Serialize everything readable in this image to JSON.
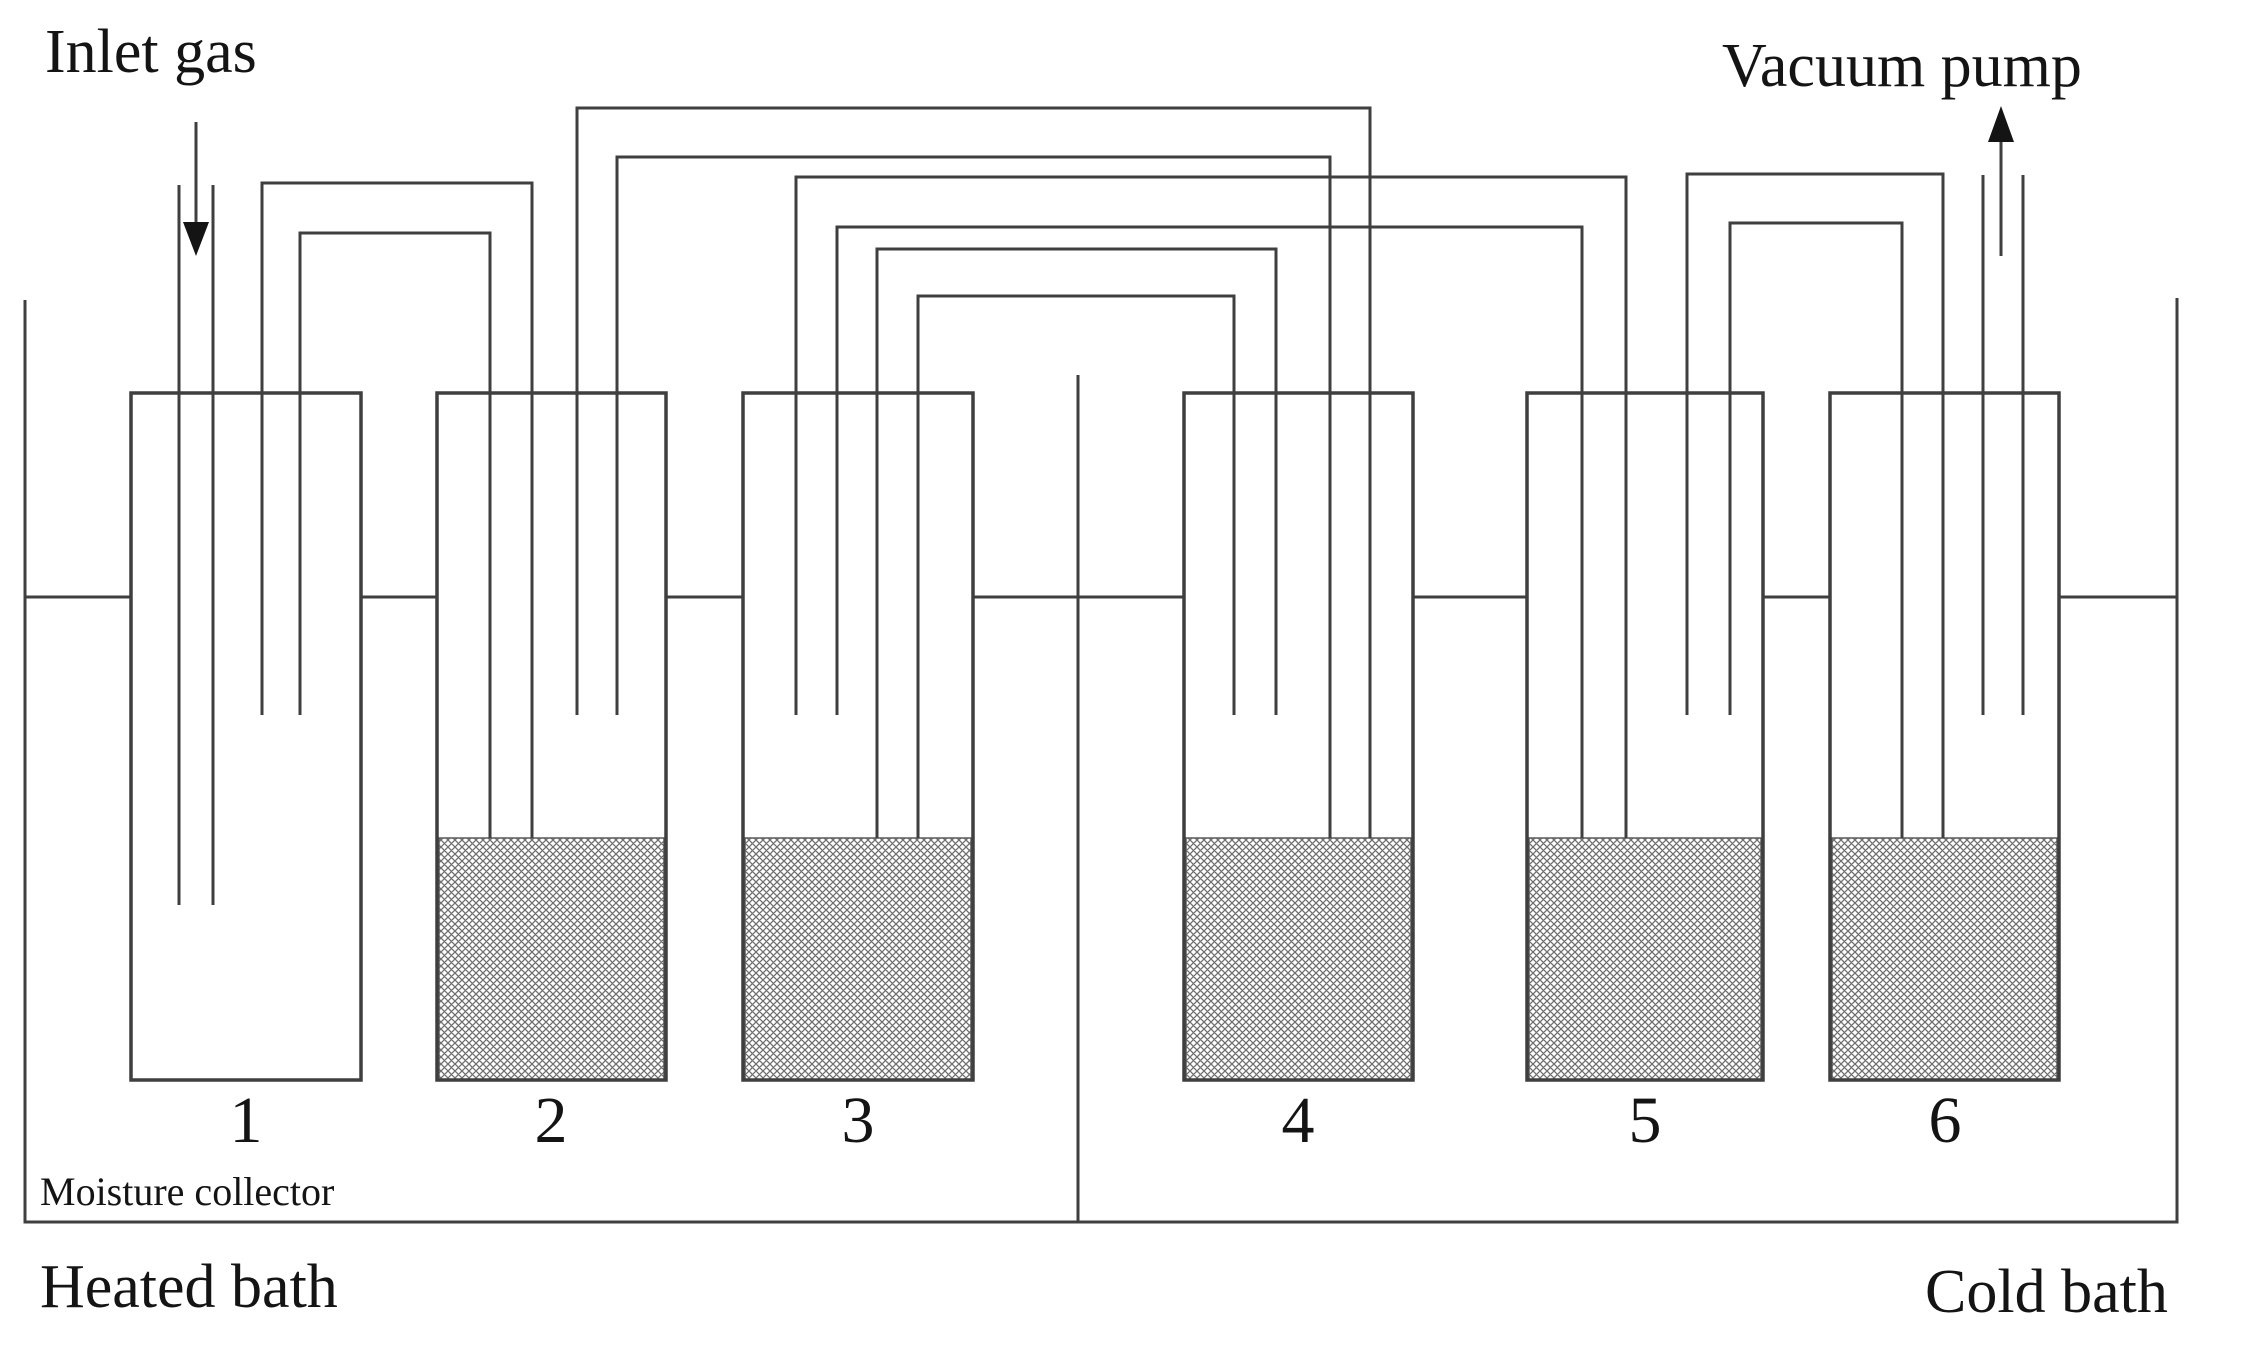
{
  "diagram": {
    "labels": {
      "inlet_gas": "Inlet gas",
      "vacuum_pump": "Vacuum pump",
      "moisture_collector": "Moisture collector",
      "heated_bath": "Heated bath",
      "cold_bath": "Cold bath"
    },
    "bottles": [
      {
        "label": "1",
        "filled": false
      },
      {
        "label": "2",
        "filled": true
      },
      {
        "label": "3",
        "filled": true
      },
      {
        "label": "4",
        "filled": true
      },
      {
        "label": "5",
        "filled": true
      },
      {
        "label": "6",
        "filled": true
      }
    ],
    "colors": {
      "line": "#3f3f3f",
      "text": "#141414",
      "hatch": "#6e6e6e",
      "background": "#ffffff"
    }
  }
}
